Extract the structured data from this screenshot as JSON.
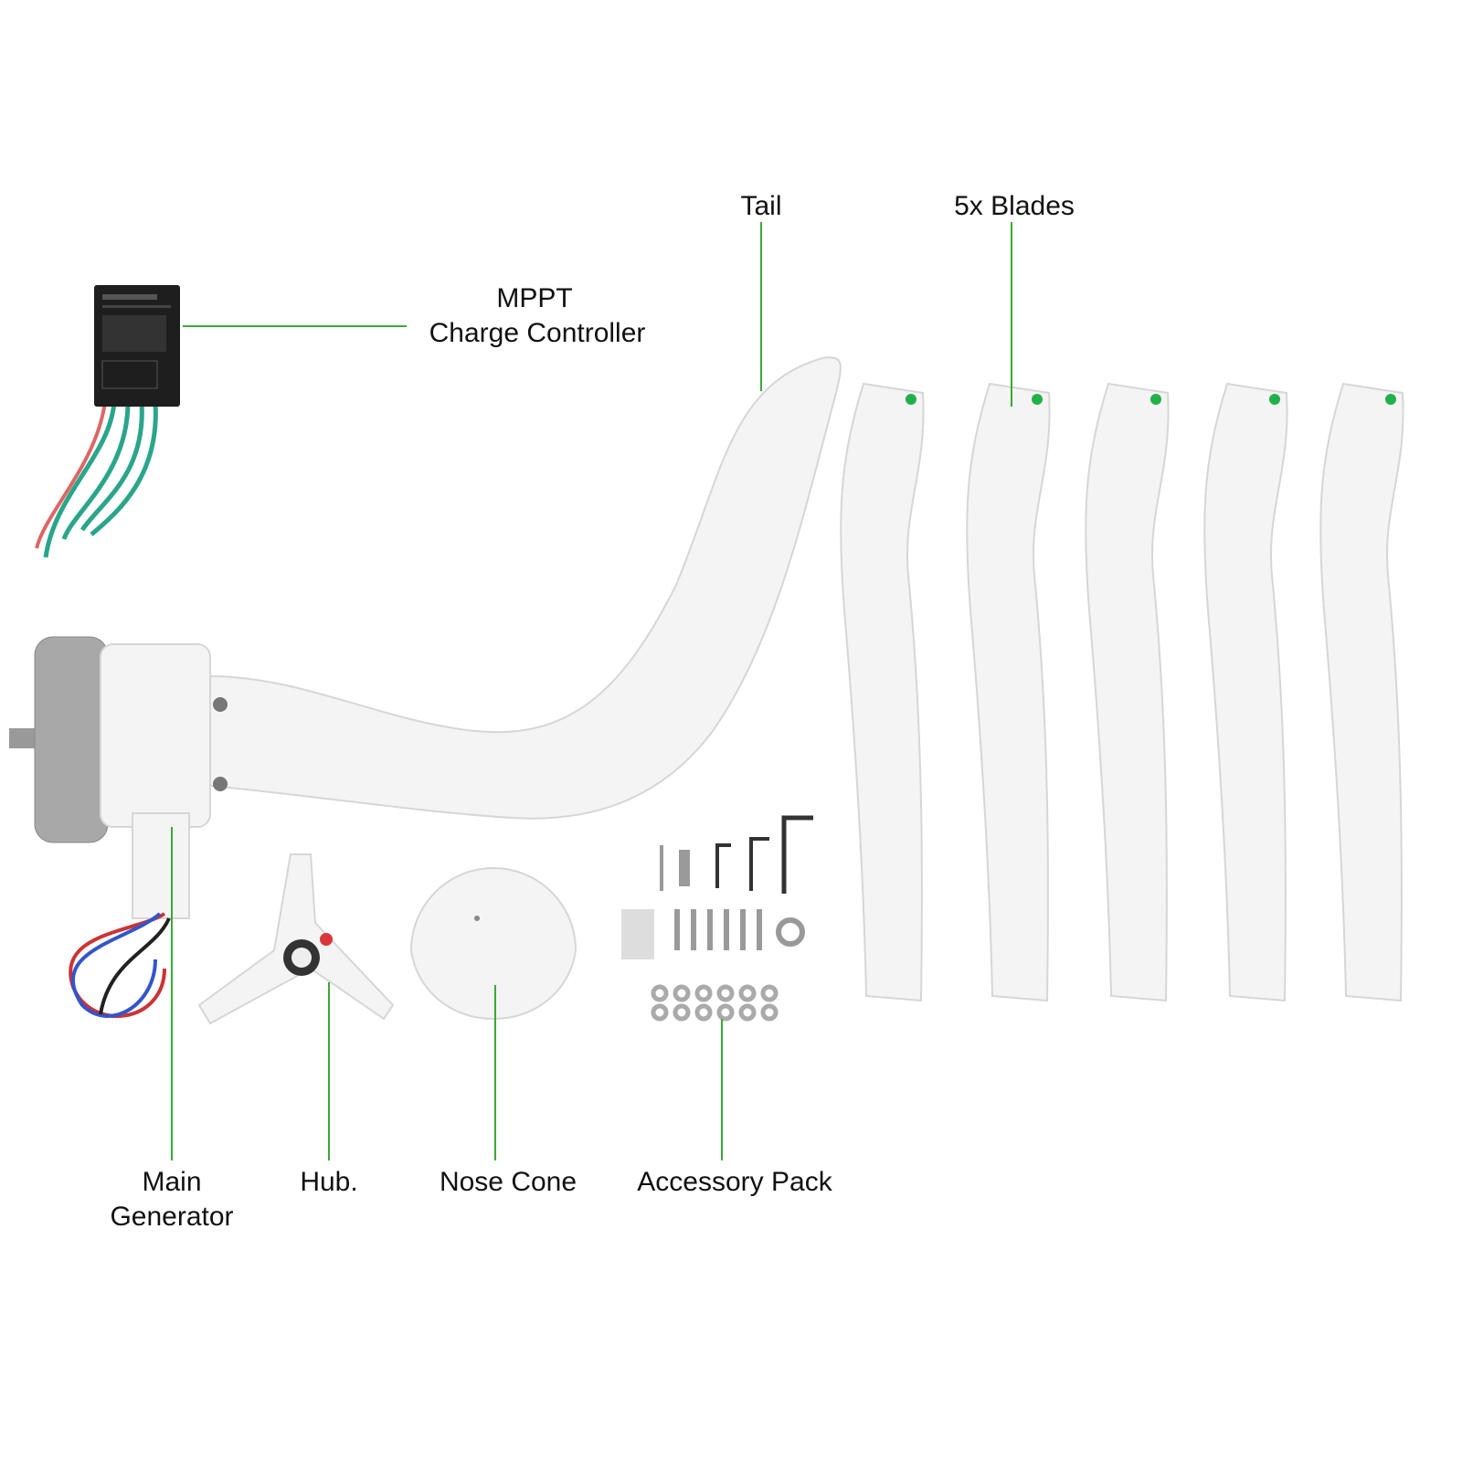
{
  "labels": {
    "tail": "Tail",
    "blades": "5x Blades",
    "controller_line1": "MPPT",
    "controller_line2": "Charge Controller",
    "generator_line1": "Main",
    "generator_line2": "Generator",
    "hub": "Hub.",
    "nose_cone": "Nose Cone",
    "accessory_pack": "Accessory Pack"
  },
  "colors": {
    "leader_line": "#3aa935",
    "blade_marker": "#22b04a",
    "hub_marker": "#d9363e"
  },
  "blade_count": 5
}
